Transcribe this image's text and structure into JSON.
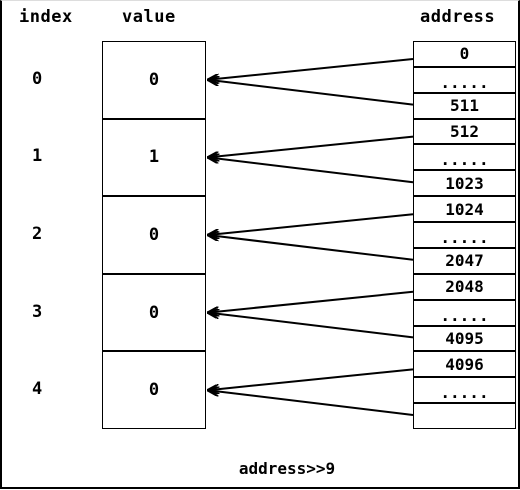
{
  "headers": {
    "index": "index",
    "value": "value",
    "address": "address"
  },
  "rows": [
    {
      "index": "0",
      "value": "0",
      "addr_first": "0",
      "addr_mid": ".....",
      "addr_last": "511"
    },
    {
      "index": "1",
      "value": "1",
      "addr_first": "512",
      "addr_mid": ".....",
      "addr_last": "1023"
    },
    {
      "index": "2",
      "value": "0",
      "addr_first": "1024",
      "addr_mid": ".....",
      "addr_last": "2047"
    },
    {
      "index": "3",
      "value": "0",
      "addr_first": "2048",
      "addr_mid": ".....",
      "addr_last": "4095"
    },
    {
      "index": "4",
      "value": "0",
      "addr_first": "4096",
      "addr_mid": ".....",
      "addr_last": ""
    }
  ],
  "caption": "address>>9"
}
